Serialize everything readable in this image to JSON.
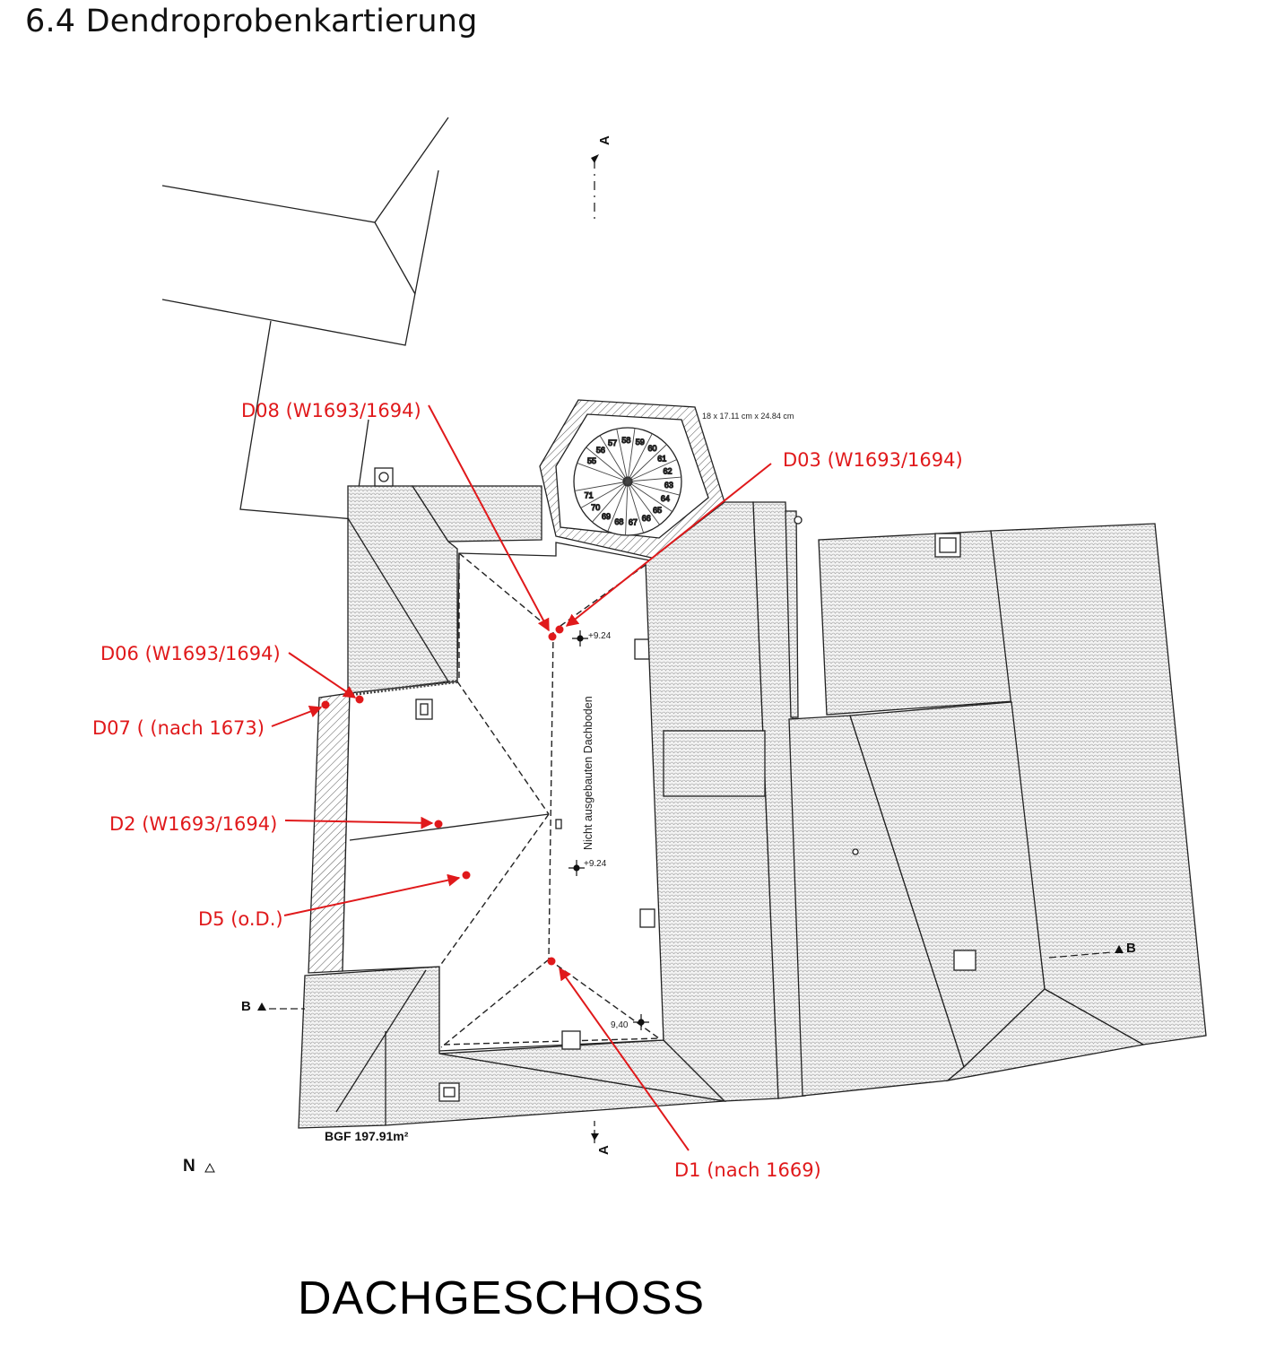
{
  "heading": "6.4 Dendroprobenkartierung",
  "floor_title": "DACHGESCHOSS",
  "accent_color": "#e0191b",
  "plan": {
    "room_label": "Nicht ausgebauten Dachboden",
    "area_label": "BGF  197.91m²",
    "stair_dimension": "18 x 17.11 cm x 24.84 cm",
    "level_top": "+9.24",
    "level_mid": "+9.24",
    "level_bottom": "9,40",
    "section_a_top": "A",
    "section_a_bottom": "A",
    "section_b_left": "B",
    "section_b_right": "B",
    "north": "N",
    "stair_steps": [
      "55",
      "56",
      "57",
      "58",
      "59",
      "60",
      "61",
      "62",
      "63",
      "64",
      "65",
      "66",
      "67",
      "68",
      "69",
      "70",
      "71"
    ]
  },
  "samples": [
    {
      "id": "D08",
      "label": "D08 (W1693/1694)"
    },
    {
      "id": "D03",
      "label": "D03 (W1693/1694)"
    },
    {
      "id": "D06",
      "label": "D06 (W1693/1694)"
    },
    {
      "id": "D07",
      "label": "D07 ( (nach 1673)"
    },
    {
      "id": "D2",
      "label": "D2 (W1693/1694)"
    },
    {
      "id": "D5",
      "label": "D5 (o.D.)"
    },
    {
      "id": "D1",
      "label": "D1 (nach 1669)"
    }
  ]
}
